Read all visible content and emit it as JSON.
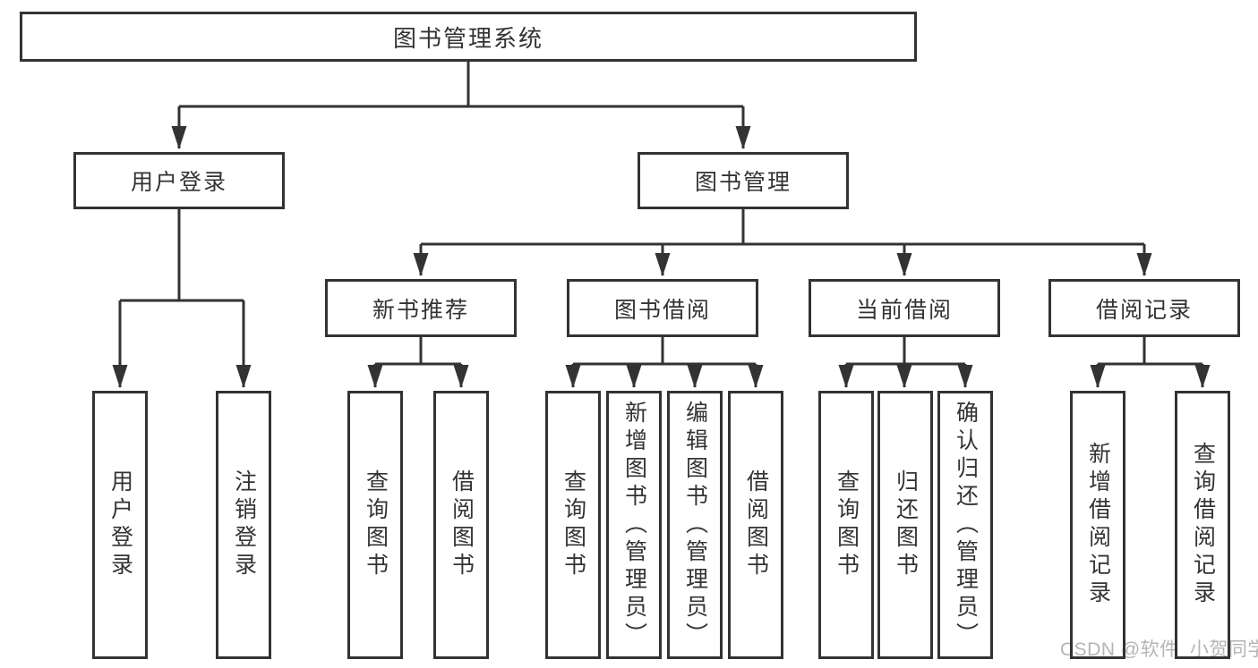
{
  "nodes": {
    "root": "图书管理系统",
    "user_login": "用户登录",
    "book_mgmt": "图书管理",
    "new_books": "新书推荐",
    "book_borrow": "图书借阅",
    "current_borrow": "当前借阅",
    "borrow_records": "借阅记录",
    "leaves_user_login": [
      "用户登录",
      "注销登录"
    ],
    "leaves_new_books": [
      "查询图书",
      "借阅图书"
    ],
    "leaves_book_borrow": [
      "查询图书",
      "新增图书（管理员）",
      "编辑图书（管理员）",
      "借阅图书"
    ],
    "leaves_current_borrow": [
      "查询图书",
      "归还图书",
      "确认归还（管理员）"
    ],
    "leaves_borrow_records": [
      "新增借阅记录",
      "查询借阅记录"
    ]
  },
  "watermark": "CSDN @软件_小贺同学",
  "colors": {
    "line": "#333333",
    "text": "#333333",
    "watermark": "#b5b5b5",
    "background": "#ffffff"
  }
}
